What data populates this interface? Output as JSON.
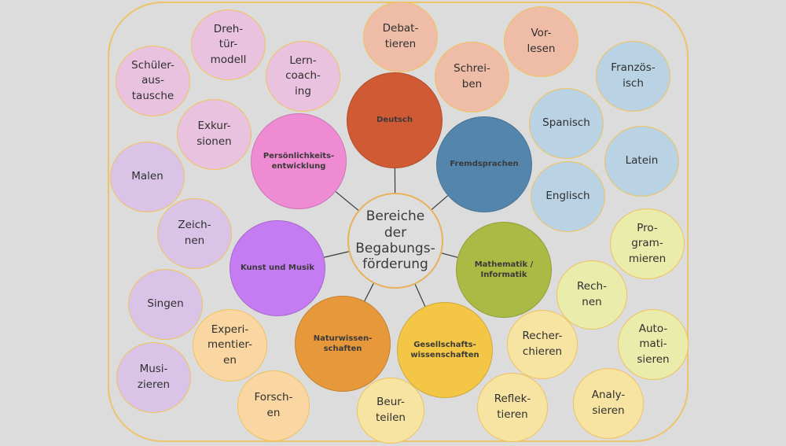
{
  "diagram": {
    "center": {
      "label": "Bereiche\nder\nBegabungs-\nförderung",
      "color": "#dedede"
    },
    "domains": [
      {
        "id": "deutsch",
        "label": "Deutsch",
        "color": "#d05a33"
      },
      {
        "id": "fremd",
        "label": "Fremdsprachen",
        "color": "#5486ad"
      },
      {
        "id": "mathe",
        "label": "Mathematik /\nInformatik",
        "color": "#aaba44"
      },
      {
        "id": "gesell",
        "label": "Gesellschafts-\nwissenschaften",
        "color": "#f3c645"
      },
      {
        "id": "natur",
        "label": "Naturwissen-\nschaften",
        "color": "#e6983a"
      },
      {
        "id": "kunst",
        "label": "Kunst und Musik",
        "color": "#c57bf1"
      },
      {
        "id": "persoen",
        "label": "Persönlichkeits-\nentwicklung",
        "color": "#ef8bd3"
      }
    ],
    "activities": [
      {
        "id": "debattieren",
        "label": "Debat-\ntieren",
        "color": "#eebca7"
      },
      {
        "id": "schreiben",
        "label": "Schrei-\nben",
        "color": "#eebca7"
      },
      {
        "id": "vorlesen",
        "label": "Vor-\nlesen",
        "color": "#eebca7"
      },
      {
        "id": "franzoesisch",
        "label": "Französ-\nisch",
        "color": "#b9d2e4"
      },
      {
        "id": "spanisch",
        "label": "Spanisch",
        "color": "#b9d2e4"
      },
      {
        "id": "latein",
        "label": "Latein",
        "color": "#b9d2e4"
      },
      {
        "id": "englisch",
        "label": "Englisch",
        "color": "#b9d2e4"
      },
      {
        "id": "programmieren",
        "label": "Pro-\ngram-\nmieren",
        "color": "#e9ecaa"
      },
      {
        "id": "rechnen",
        "label": "Rech-\nnen",
        "color": "#e9ecaa"
      },
      {
        "id": "automatisieren",
        "label": "Auto-\nmati-\nsieren",
        "color": "#e9ecaa"
      },
      {
        "id": "recherchieren",
        "label": "Recher-\nchieren",
        "color": "#f7e4a2"
      },
      {
        "id": "reflektieren",
        "label": "Reflek-\ntieren",
        "color": "#f7e4a2"
      },
      {
        "id": "analysieren",
        "label": "Analy-\nsieren",
        "color": "#f7e4a2"
      },
      {
        "id": "beurteilen",
        "label": "Beur-\nteilen",
        "color": "#f7e4a2"
      },
      {
        "id": "forschen",
        "label": "Forsch-\nen",
        "color": "#fad6a3"
      },
      {
        "id": "experimentieren",
        "label": "Experi-\nmentier-\nen",
        "color": "#fad6a3"
      },
      {
        "id": "musizieren",
        "label": "Musi-\nzieren",
        "color": "#d9c4e7"
      },
      {
        "id": "singen",
        "label": "Singen",
        "color": "#d9c4e7"
      },
      {
        "id": "zeichnen",
        "label": "Zeich-\nnen",
        "color": "#d9c4e7"
      },
      {
        "id": "malen",
        "label": "Malen",
        "color": "#d9c4e7"
      },
      {
        "id": "exkursionen",
        "label": "Exkur-\nsionen",
        "color": "#e8c2de"
      },
      {
        "id": "schueleraustausche",
        "label": "Schüler-\naus-\ntausche",
        "color": "#e8c2de"
      },
      {
        "id": "drehtuermodell",
        "label": "Dreh-\ntür-\nmodell",
        "color": "#e8c2de"
      },
      {
        "id": "lerncoaching",
        "label": "Lern-\ncoach-\ning",
        "color": "#e8c2de"
      }
    ]
  }
}
